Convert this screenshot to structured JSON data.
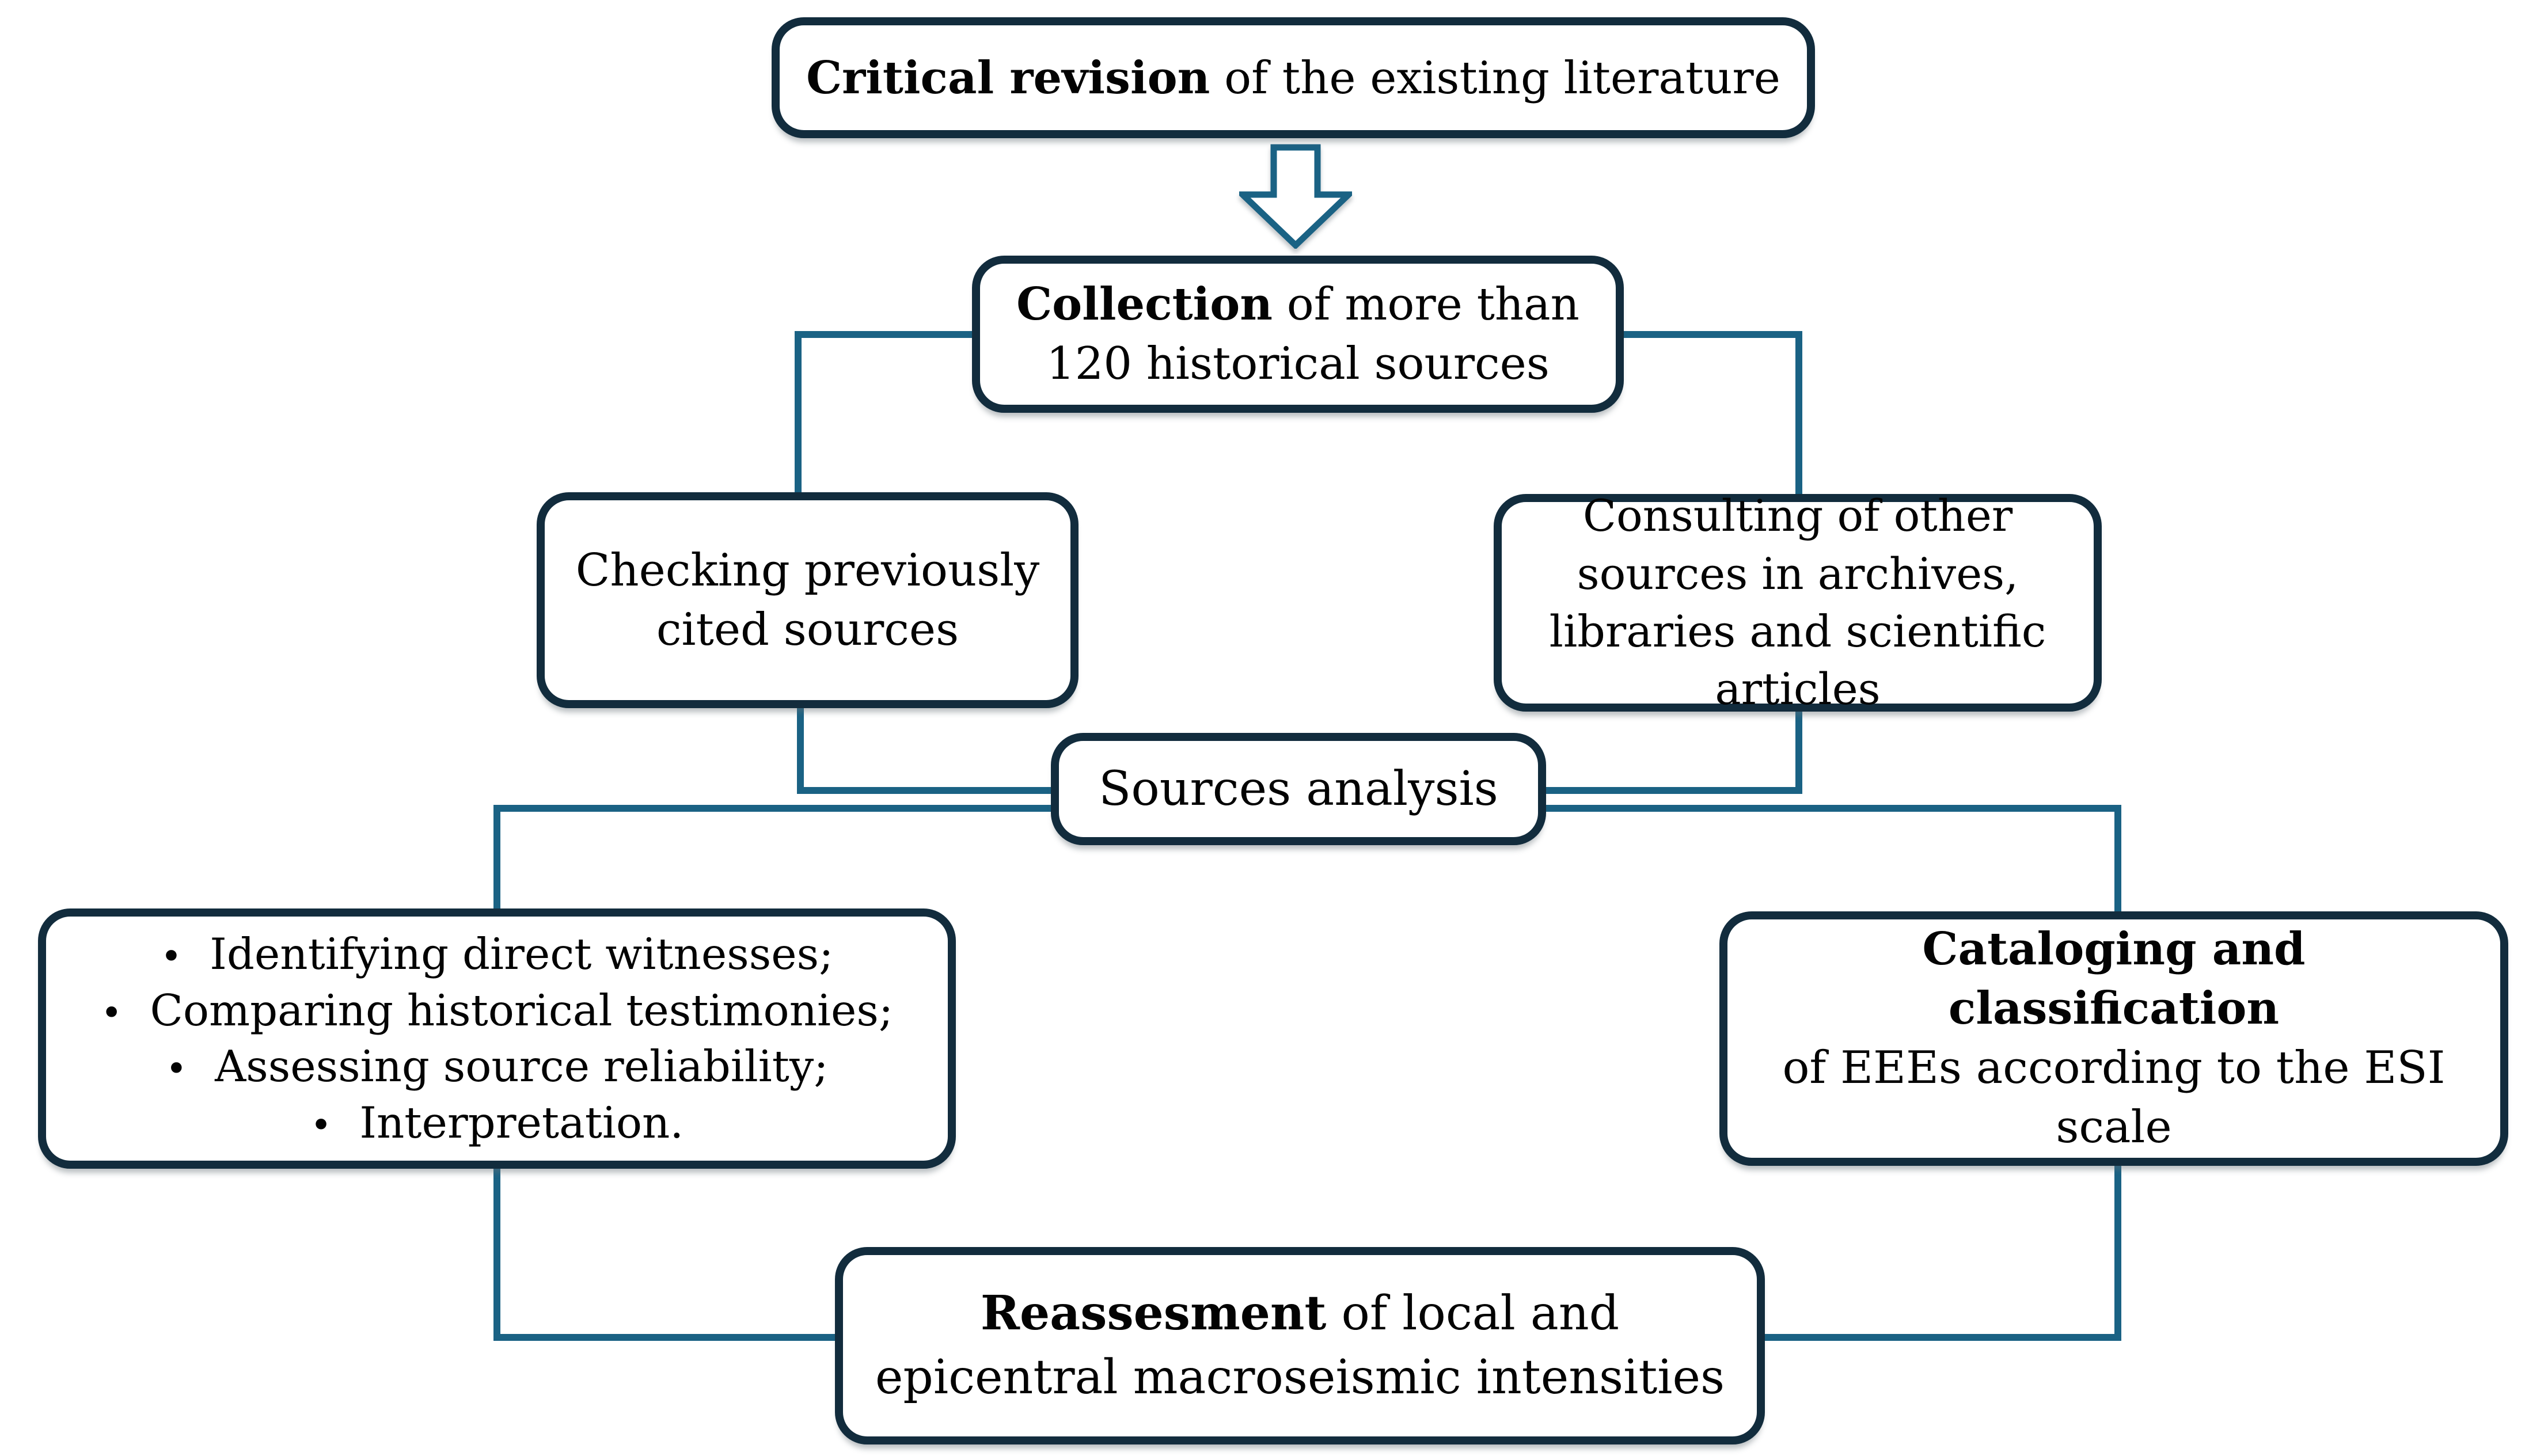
{
  "diagram": {
    "boxes": {
      "critical": {
        "bold": "Critical revision",
        "rest": " of the existing literature"
      },
      "collection": {
        "bold": "Collection",
        "rest": " of more than 120 historical sources"
      },
      "checking": {
        "text": "Checking previously cited sources"
      },
      "consulting": {
        "text": "Consulting of other sources in archives, libraries and scientific articles"
      },
      "sources": {
        "text": "Sources analysis"
      },
      "analysis_steps": {
        "bullet": "•",
        "items": [
          "Identifying direct witnesses;",
          "Comparing historical testimonies;",
          "Assessing source reliability;",
          "Interpretation."
        ]
      },
      "cataloging": {
        "bold": "Cataloging and classification",
        "rest": " of EEEs according to the ESI scale"
      },
      "reassesment": {
        "bold": "Reassesment",
        "rest": " of local and epicentral macroseismic intensities"
      }
    },
    "icons": {
      "flow_arrow": "down-block-arrow-icon"
    },
    "colors": {
      "box_border": "#122c3d",
      "connector": "#1a6284",
      "text": "#030303",
      "box_fill": "#ffffff",
      "page_bg": "#ffffff"
    }
  }
}
